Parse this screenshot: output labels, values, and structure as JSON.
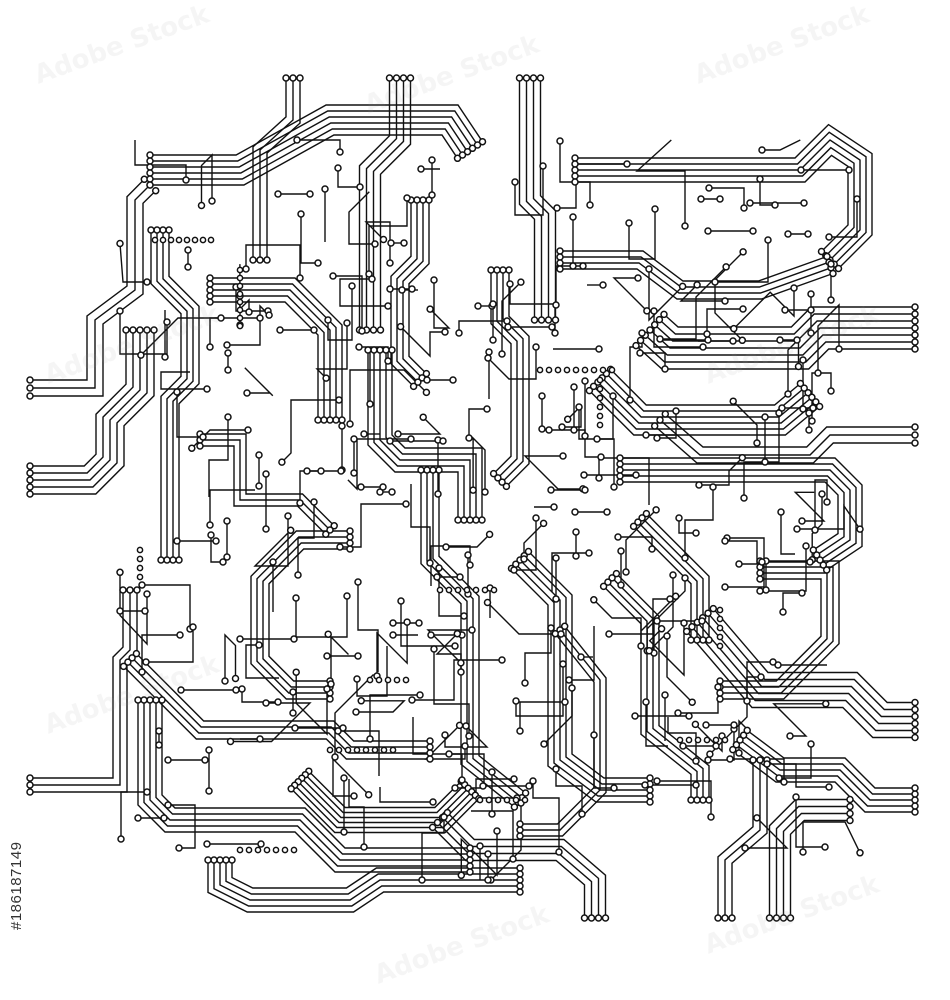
{
  "image": {
    "subject": "circuit-board",
    "colors": {
      "background": "#ffffff",
      "trace": "#111111",
      "pad_fill": "#ffffff"
    }
  },
  "stock_id": "#186187149",
  "watermark_text": "Adobe Stock"
}
